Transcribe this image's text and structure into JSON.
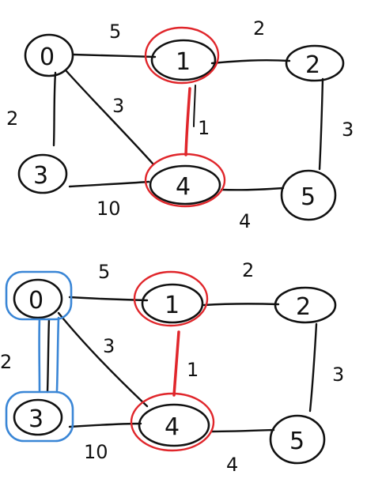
{
  "colors": {
    "ink": "#111111",
    "red_highlight": "#e0262b",
    "blue_highlight": "#3a86d6",
    "background": "#ffffff"
  },
  "graphs": [
    {
      "nodes": [
        {
          "label": "0"
        },
        {
          "label": "1",
          "highlight": "red"
        },
        {
          "label": "2"
        },
        {
          "label": "3"
        },
        {
          "label": "4",
          "highlight": "red"
        },
        {
          "label": "5"
        }
      ],
      "edges": [
        {
          "from": "0",
          "to": "1",
          "weight": "5"
        },
        {
          "from": "1",
          "to": "2",
          "weight": "2"
        },
        {
          "from": "0",
          "to": "3",
          "weight": "2"
        },
        {
          "from": "0",
          "to": "4",
          "weight": "3"
        },
        {
          "from": "1",
          "to": "4",
          "weight": "1",
          "highlight": "red"
        },
        {
          "from": "2",
          "to": "5",
          "weight": "3"
        },
        {
          "from": "3",
          "to": "4",
          "weight": "10"
        },
        {
          "from": "4",
          "to": "5",
          "weight": "4"
        }
      ]
    },
    {
      "nodes": [
        {
          "label": "0",
          "highlight": "blue"
        },
        {
          "label": "1",
          "highlight": "red"
        },
        {
          "label": "2"
        },
        {
          "label": "3",
          "highlight": "blue"
        },
        {
          "label": "4",
          "highlight": "red"
        },
        {
          "label": "5"
        }
      ],
      "edges": [
        {
          "from": "0",
          "to": "1",
          "weight": "5"
        },
        {
          "from": "1",
          "to": "2",
          "weight": "2"
        },
        {
          "from": "0",
          "to": "3",
          "weight": "2",
          "highlight": "blue"
        },
        {
          "from": "0",
          "to": "4",
          "weight": "3"
        },
        {
          "from": "1",
          "to": "4",
          "weight": "1",
          "highlight": "red"
        },
        {
          "from": "2",
          "to": "5",
          "weight": "3"
        },
        {
          "from": "3",
          "to": "4",
          "weight": "10"
        },
        {
          "from": "4",
          "to": "5",
          "weight": "4"
        }
      ]
    }
  ]
}
